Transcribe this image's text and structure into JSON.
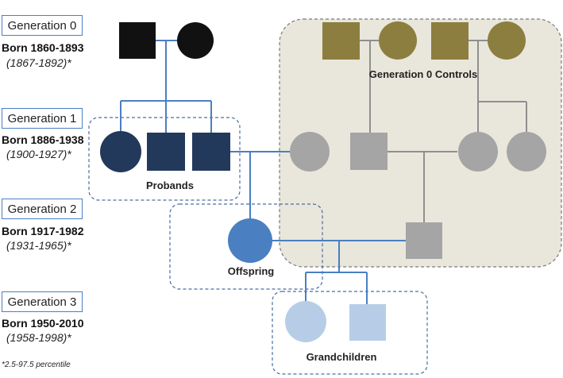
{
  "colors": {
    "founder": "#111111",
    "proband": "#23395b",
    "offspring": "#4a7fc1",
    "grandchild": "#b7cde7",
    "control_gen0": "#8c7e3e",
    "control": "#a5a5a5",
    "control_panel": "#e9e6db",
    "line_blue": "#4a7fc1",
    "line_gray": "#8f8f8f"
  },
  "generations": [
    {
      "label": "Generation 0",
      "born": "Born 1860-1893",
      "range": "(1867-1892)*"
    },
    {
      "label": "Generation 1",
      "born": "Born 1886-1938",
      "range": "(1900-1927)*"
    },
    {
      "label": "Generation 2",
      "born": "Born 1917-1982",
      "range": "(1931-1965)*"
    },
    {
      "label": "Generation 3",
      "born": "Born 1950-2010",
      "range": "(1958-1998)*"
    }
  ],
  "footnote": "*2.5-97.5 percentile",
  "groups": {
    "controls": "Generation 0 Controls",
    "probands": "Probands",
    "offspring": "Offspring",
    "grandchildren": "Grandchildren"
  },
  "legend_shapes": {
    "male": "square",
    "female": "circle"
  }
}
